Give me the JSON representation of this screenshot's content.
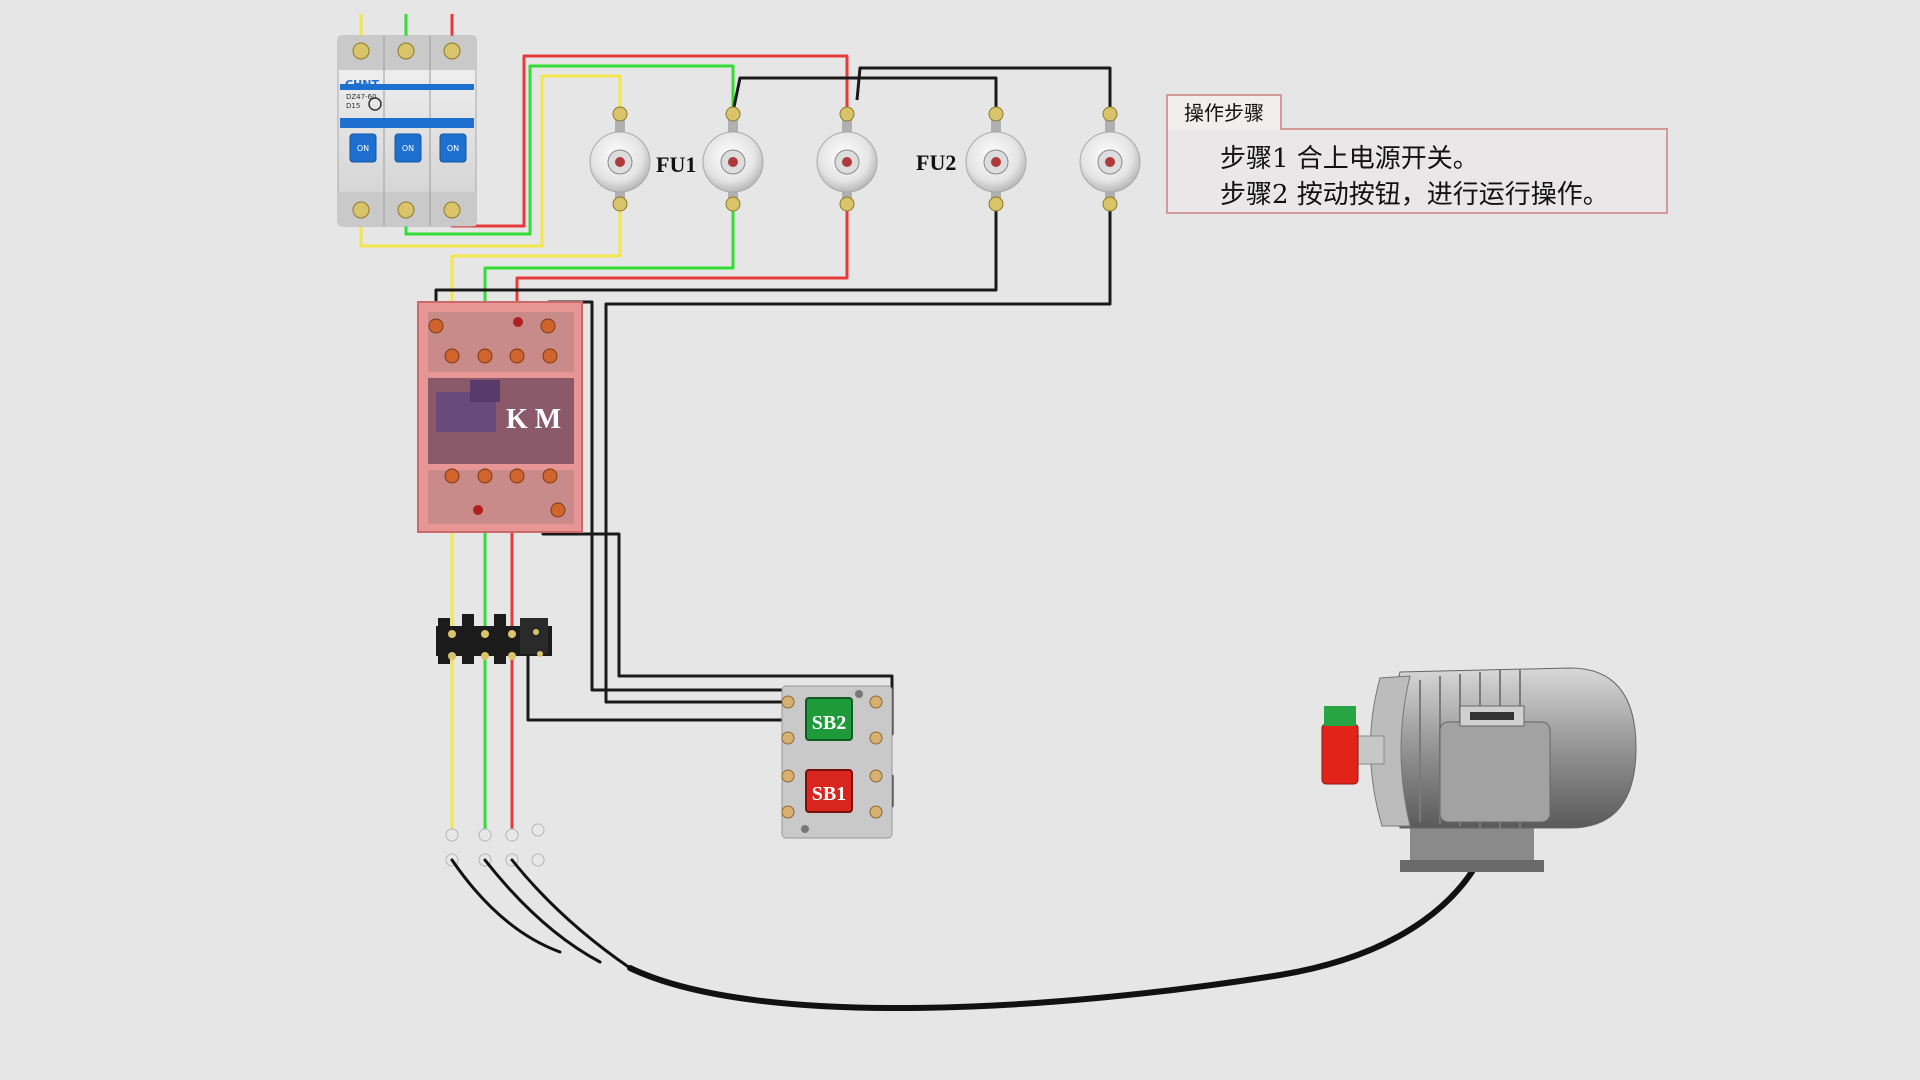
{
  "panel": {
    "title": "操作步骤",
    "steps": [
      "步骤1  合上电源开关。",
      "步骤2  按动按钮，进行运行操作。"
    ]
  },
  "labels": {
    "fu1": "FU1",
    "fu2": "FU2",
    "km": "K M",
    "sb1": "SB1",
    "sb2": "SB2",
    "breaker_brand": "CHNT",
    "breaker_model": "DZ47-60",
    "breaker_rating": "D15",
    "breaker_on": "ON"
  },
  "colors": {
    "phase_l1": "#f2e64a",
    "phase_l2": "#33dd33",
    "phase_l3": "#e83a3a",
    "control": "#1a1a1a",
    "contactor": "#e79595",
    "start_button": "#1f9a3a",
    "stop_button": "#d8261f"
  }
}
